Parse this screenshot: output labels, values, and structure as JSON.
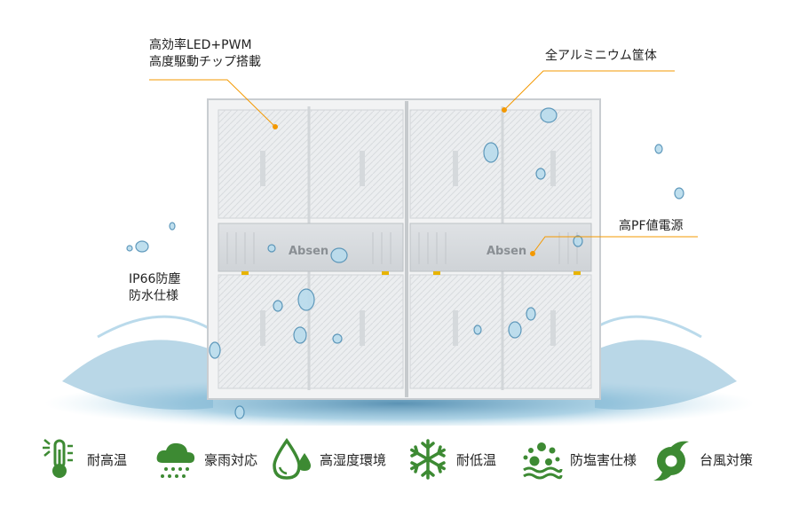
{
  "callouts": {
    "led_line1": "高効率LED+PWM",
    "led_line2": "高度駆動チップ搭載",
    "aluminum": "全アルミニウム筐体",
    "power": "高PF値電源",
    "ip_line1": "IP66防塵",
    "ip_line2": "防水仕様"
  },
  "brand": "Absen",
  "features": [
    {
      "label": "耐高温",
      "icon": "thermometer-sun-icon"
    },
    {
      "label": "豪雨対応",
      "icon": "rain-cloud-icon"
    },
    {
      "label": "高湿度環境",
      "icon": "water-drops-icon"
    },
    {
      "label": "耐低温",
      "icon": "snowflake-icon"
    },
    {
      "label": "防塩害仕様",
      "icon": "salt-particles-icon"
    },
    {
      "label": "台風対策",
      "icon": "typhoon-icon"
    }
  ],
  "colors": {
    "accent_orange": "#f39800",
    "icon_green": "#3d8a33",
    "panel_gray": "#e9ebed",
    "water_blue": "#5a9ec4"
  }
}
